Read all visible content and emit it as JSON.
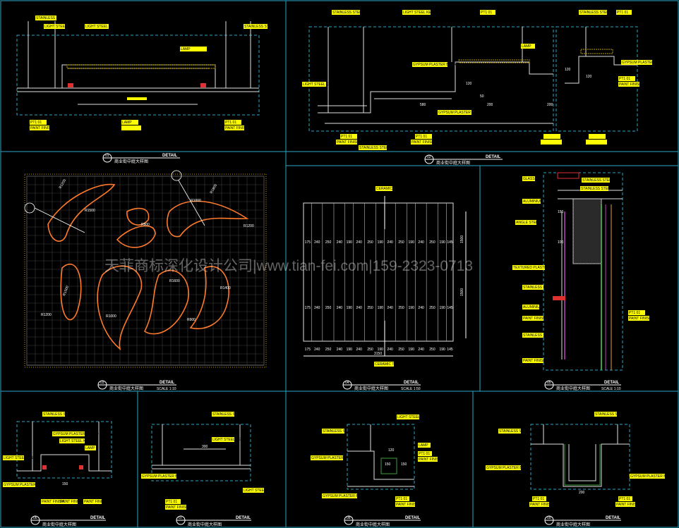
{
  "watermark": "天菲商标深化设计公司|www.tian-fei.com|159-2323-0713",
  "colors": {
    "background": "#000000",
    "frame": "#2aa7c8",
    "tag": "#ffff00",
    "leader": "#ffffff",
    "line": "#e0e0e0",
    "curve": "#ff7a2a",
    "grid": "#707070"
  },
  "panels": {
    "p1": {
      "num": "01",
      "detail": "DETAIL",
      "subtitle": "商业街中庭大样图",
      "tags": [
        "STAINLESS STEEL",
        "LIGHT STEEL KEEL",
        "LIGHT STEEL KEEL",
        "STAINLESS STEEL",
        "PT1 01",
        "PAINT FINISH",
        "PT1 01",
        "PAINT FINISH",
        "LAMP",
        "LAMP"
      ]
    },
    "p2": {
      "num": "02",
      "detail": "DETAIL",
      "subtitle": "商业街中庭大样图",
      "tags": [
        "STAINLESS STEEL",
        "LIGHT STEEL KEEL",
        "PT1 01",
        "STAINLESS STEEL",
        "PT1 01",
        "GYPSUM PLASTER BOARD",
        "LAMP",
        "LIGHT STEEL KEEL",
        "GYPSUM PLASTER BOARD",
        "PT1 01",
        "PAINT FINISH",
        "PT1 01",
        "PAINT FINISH",
        "STAINLESS STEEL",
        "GYPSUM PLASTER BOARD",
        "PT1 01",
        "PAINT FINISH"
      ],
      "dims": [
        "120",
        "120",
        "50",
        "580",
        "200",
        "200",
        "120"
      ]
    },
    "p3": {
      "num": "03",
      "detail": "DETAIL",
      "subtitle": "商业街中庭大样图",
      "scale": "SCALE 1:10",
      "labels": [
        "R1200",
        "R1500",
        "R1000",
        "R1800",
        "R1200",
        "R800",
        "R1500",
        "R1200",
        "R1000",
        "R1600",
        "R900",
        "R1400"
      ]
    },
    "p4": {
      "num": "04",
      "detail": "DETAIL",
      "subtitle": "商业街中庭大样图",
      "scale": "SCALE 1:50",
      "top_tag": "CERAMIC TILE",
      "bottom_tag": "CERAMIC TILE",
      "row_values": [
        "175",
        "240",
        "250",
        "240",
        "190",
        "240",
        "250",
        "190",
        "240",
        "250",
        "190",
        "240",
        "250",
        "190",
        "145"
      ],
      "height_dims": [
        "1500",
        "1500"
      ],
      "width_dim": "3150"
    },
    "p5": {
      "num": "05",
      "detail": "DETAIL",
      "subtitle": "商业街中庭大样图",
      "scale": "SCALE 1:10",
      "tags": [
        "GLASS",
        "STAINLESS STEEL",
        "ALUMINIUM",
        "STAINLESS STEEL",
        "ANGLE STEEL",
        "TEXTURED PLASTER",
        "STAINLESS STEEL",
        "ALUMINIUM",
        "PAINT FINISH",
        "STAINLESS STEEL",
        "PAINT FINISH",
        "PT1 01",
        "PAINT FINISH"
      ],
      "dims": [
        "150",
        "100"
      ]
    },
    "p6": {
      "num": "06",
      "detail": "DETAIL",
      "subtitle": "商业街中庭大样图",
      "tags": [
        "STAINLESS STEEL",
        "GYPSUM PLASTER BOARD",
        "LIGHT STEEL KEEL",
        "LAMP",
        "LIGHT STEEL KEEL",
        "GYPSUM PLASTER BOARD",
        "PAINT FINISH",
        "PAINT FINISH",
        "PAINT FINISH"
      ],
      "dims": [
        "150"
      ]
    },
    "p7": {
      "num": "07",
      "detail": "DETAIL",
      "subtitle": "商业街中庭大样图",
      "tags": [
        "STAINLESS STEEL",
        "LIGHT STEEL KEEL",
        "GYPSUM PLASTER BOARD",
        "PT1 01",
        "PAINT FINISH",
        "LIGHT STEEL KEEL"
      ],
      "dims": [
        "300"
      ]
    },
    "p8": {
      "num": "08",
      "detail": "DETAIL",
      "subtitle": "商业街中庭大样图",
      "tags": [
        "STAINLESS STEEL",
        "LIGHT STEEL KEEL",
        "LAMP",
        "PT1 01",
        "PAINT FINISH",
        "GYPSUM PLASTER BOARD",
        "GYPSUM PLASTER BOARD",
        "PT1 01",
        "PAINT FINISH"
      ],
      "dims": [
        "150",
        "150",
        "120"
      ]
    },
    "p9": {
      "num": "09",
      "detail": "DETAIL",
      "subtitle": "商业街中庭大样图",
      "tags": [
        "STAINLESS STEEL",
        "STAINLESS STEEL",
        "GYPSUM PLASTER BOARD",
        "GYPSUM PLASTER BOARD",
        "PT1 01",
        "PAINT FINISH",
        "PT1 01",
        "PAINT FINISH"
      ],
      "dims": [
        "200"
      ]
    }
  }
}
